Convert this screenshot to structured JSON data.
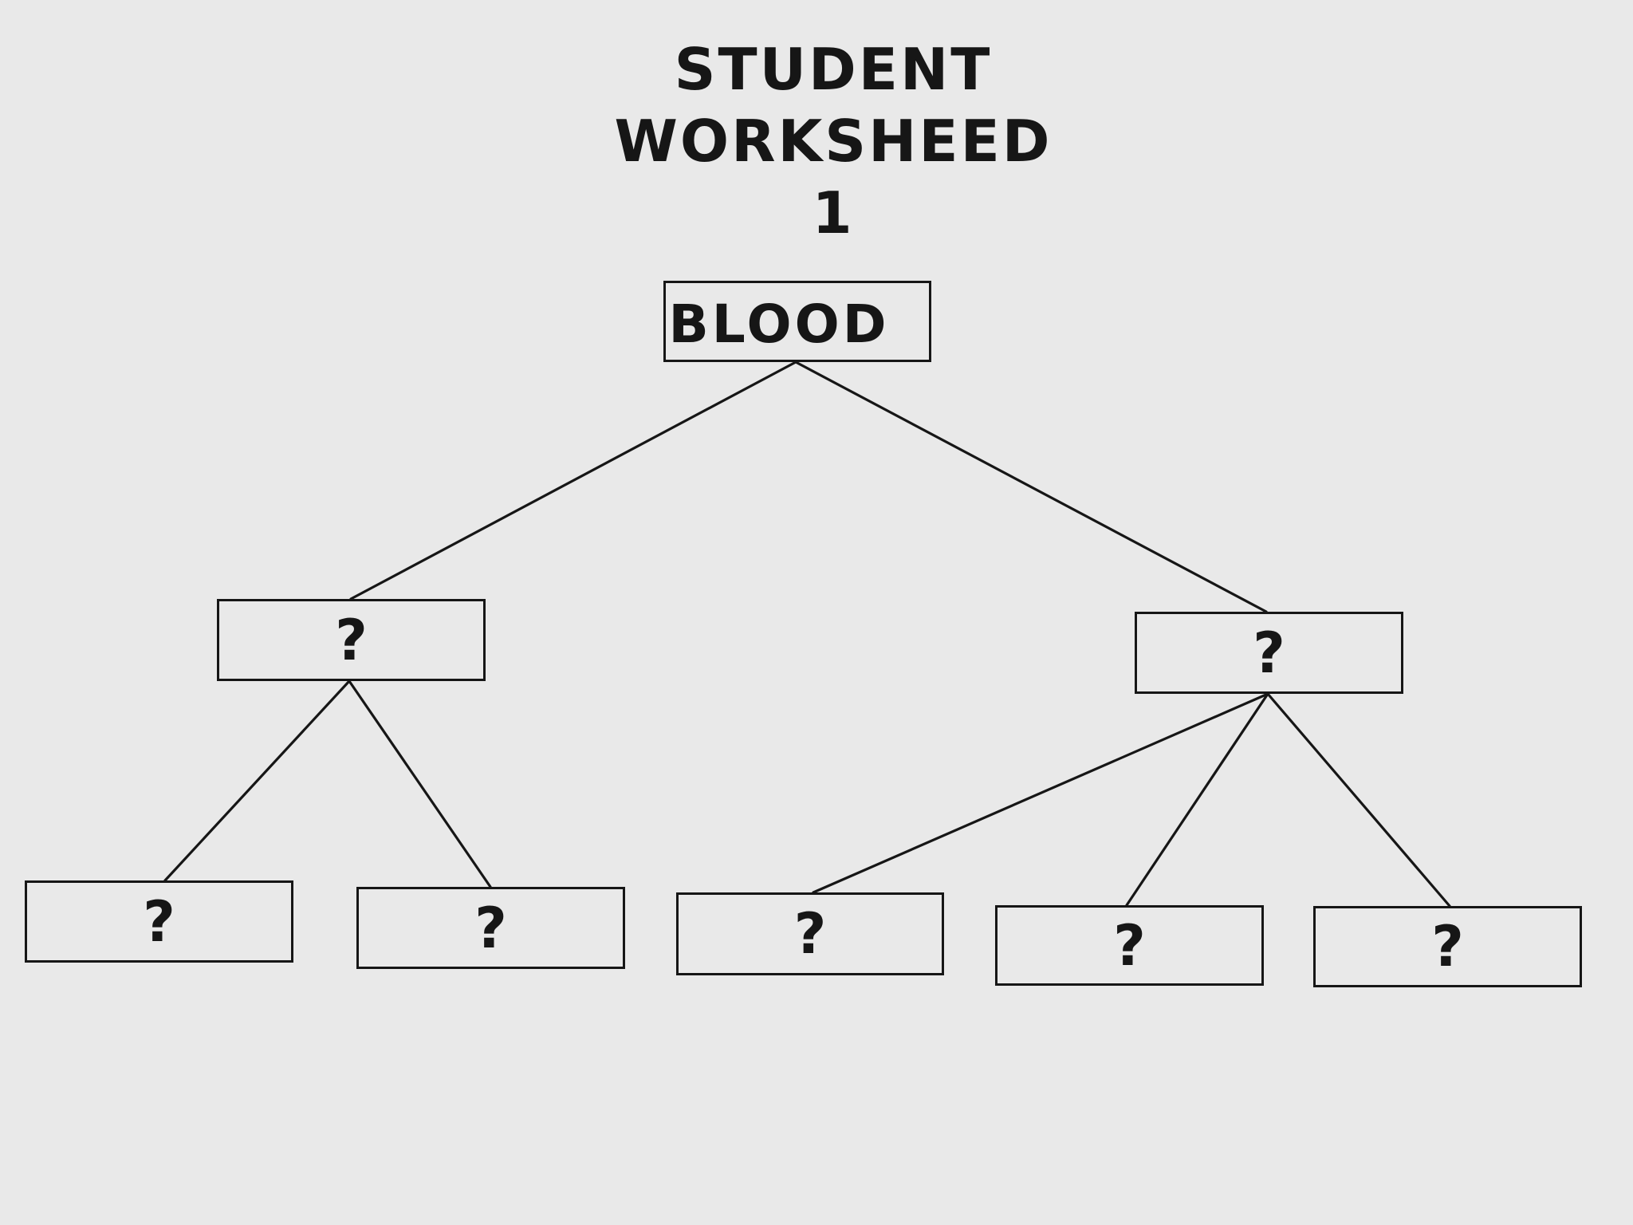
{
  "title": {
    "lines": [
      "STUDENT",
      "WORKSHEED",
      "1"
    ]
  },
  "nodes": {
    "root": {
      "label": "BLOOD"
    },
    "left": {
      "label": "?"
    },
    "right": {
      "label": "?"
    },
    "b1": {
      "label": "?"
    },
    "b2": {
      "label": "?"
    },
    "b3": {
      "label": "?"
    },
    "b4": {
      "label": "?"
    },
    "b5": {
      "label": "?"
    }
  },
  "connections": [
    {
      "from": "root",
      "to": "left"
    },
    {
      "from": "root",
      "to": "right"
    },
    {
      "from": "left",
      "to": "b1"
    },
    {
      "from": "left",
      "to": "b2"
    },
    {
      "from": "right",
      "to": "b3"
    },
    {
      "from": "right",
      "to": "b4"
    },
    {
      "from": "right",
      "to": "b5"
    }
  ],
  "colors": {
    "background": "#e9e9e9",
    "ink": "#161616"
  }
}
